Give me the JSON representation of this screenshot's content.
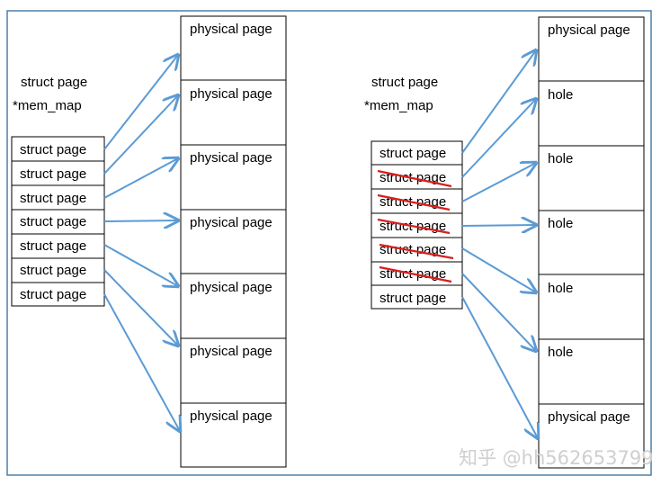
{
  "left": {
    "heading_line1": "struct page",
    "heading_line2": "*mem_map",
    "struct_items": [
      {
        "label": "struct page",
        "struck": false
      },
      {
        "label": "struct page",
        "struck": false
      },
      {
        "label": "struct page",
        "struck": false
      },
      {
        "label": "struct page",
        "struck": false
      },
      {
        "label": "struct page",
        "struck": false
      },
      {
        "label": "struct page",
        "struck": false
      },
      {
        "label": "struct page",
        "struck": false
      }
    ],
    "pages": [
      "physical page",
      "physical page",
      "physical page",
      "physical page",
      "physical page",
      "physical page",
      "physical page"
    ]
  },
  "right": {
    "heading_line1": "struct page",
    "heading_line2": "*mem_map",
    "struct_items": [
      {
        "label": "struct page",
        "struck": false
      },
      {
        "label": "struct page",
        "struck": true
      },
      {
        "label": "struct page",
        "struck": true
      },
      {
        "label": "struct page",
        "struck": true
      },
      {
        "label": "struct page",
        "struck": true
      },
      {
        "label": "struct page",
        "struck": true
      },
      {
        "label": "struct page",
        "struck": false
      }
    ],
    "pages": [
      "physical page",
      "hole",
      "hole",
      "hole",
      "hole",
      "hole",
      "physical page"
    ]
  },
  "watermark": "知乎 @hh562653799",
  "colors": {
    "frame": "#4f7fa8",
    "arrow": "#5b9bd5",
    "strike": "#d81e1e",
    "box": "#000000"
  }
}
